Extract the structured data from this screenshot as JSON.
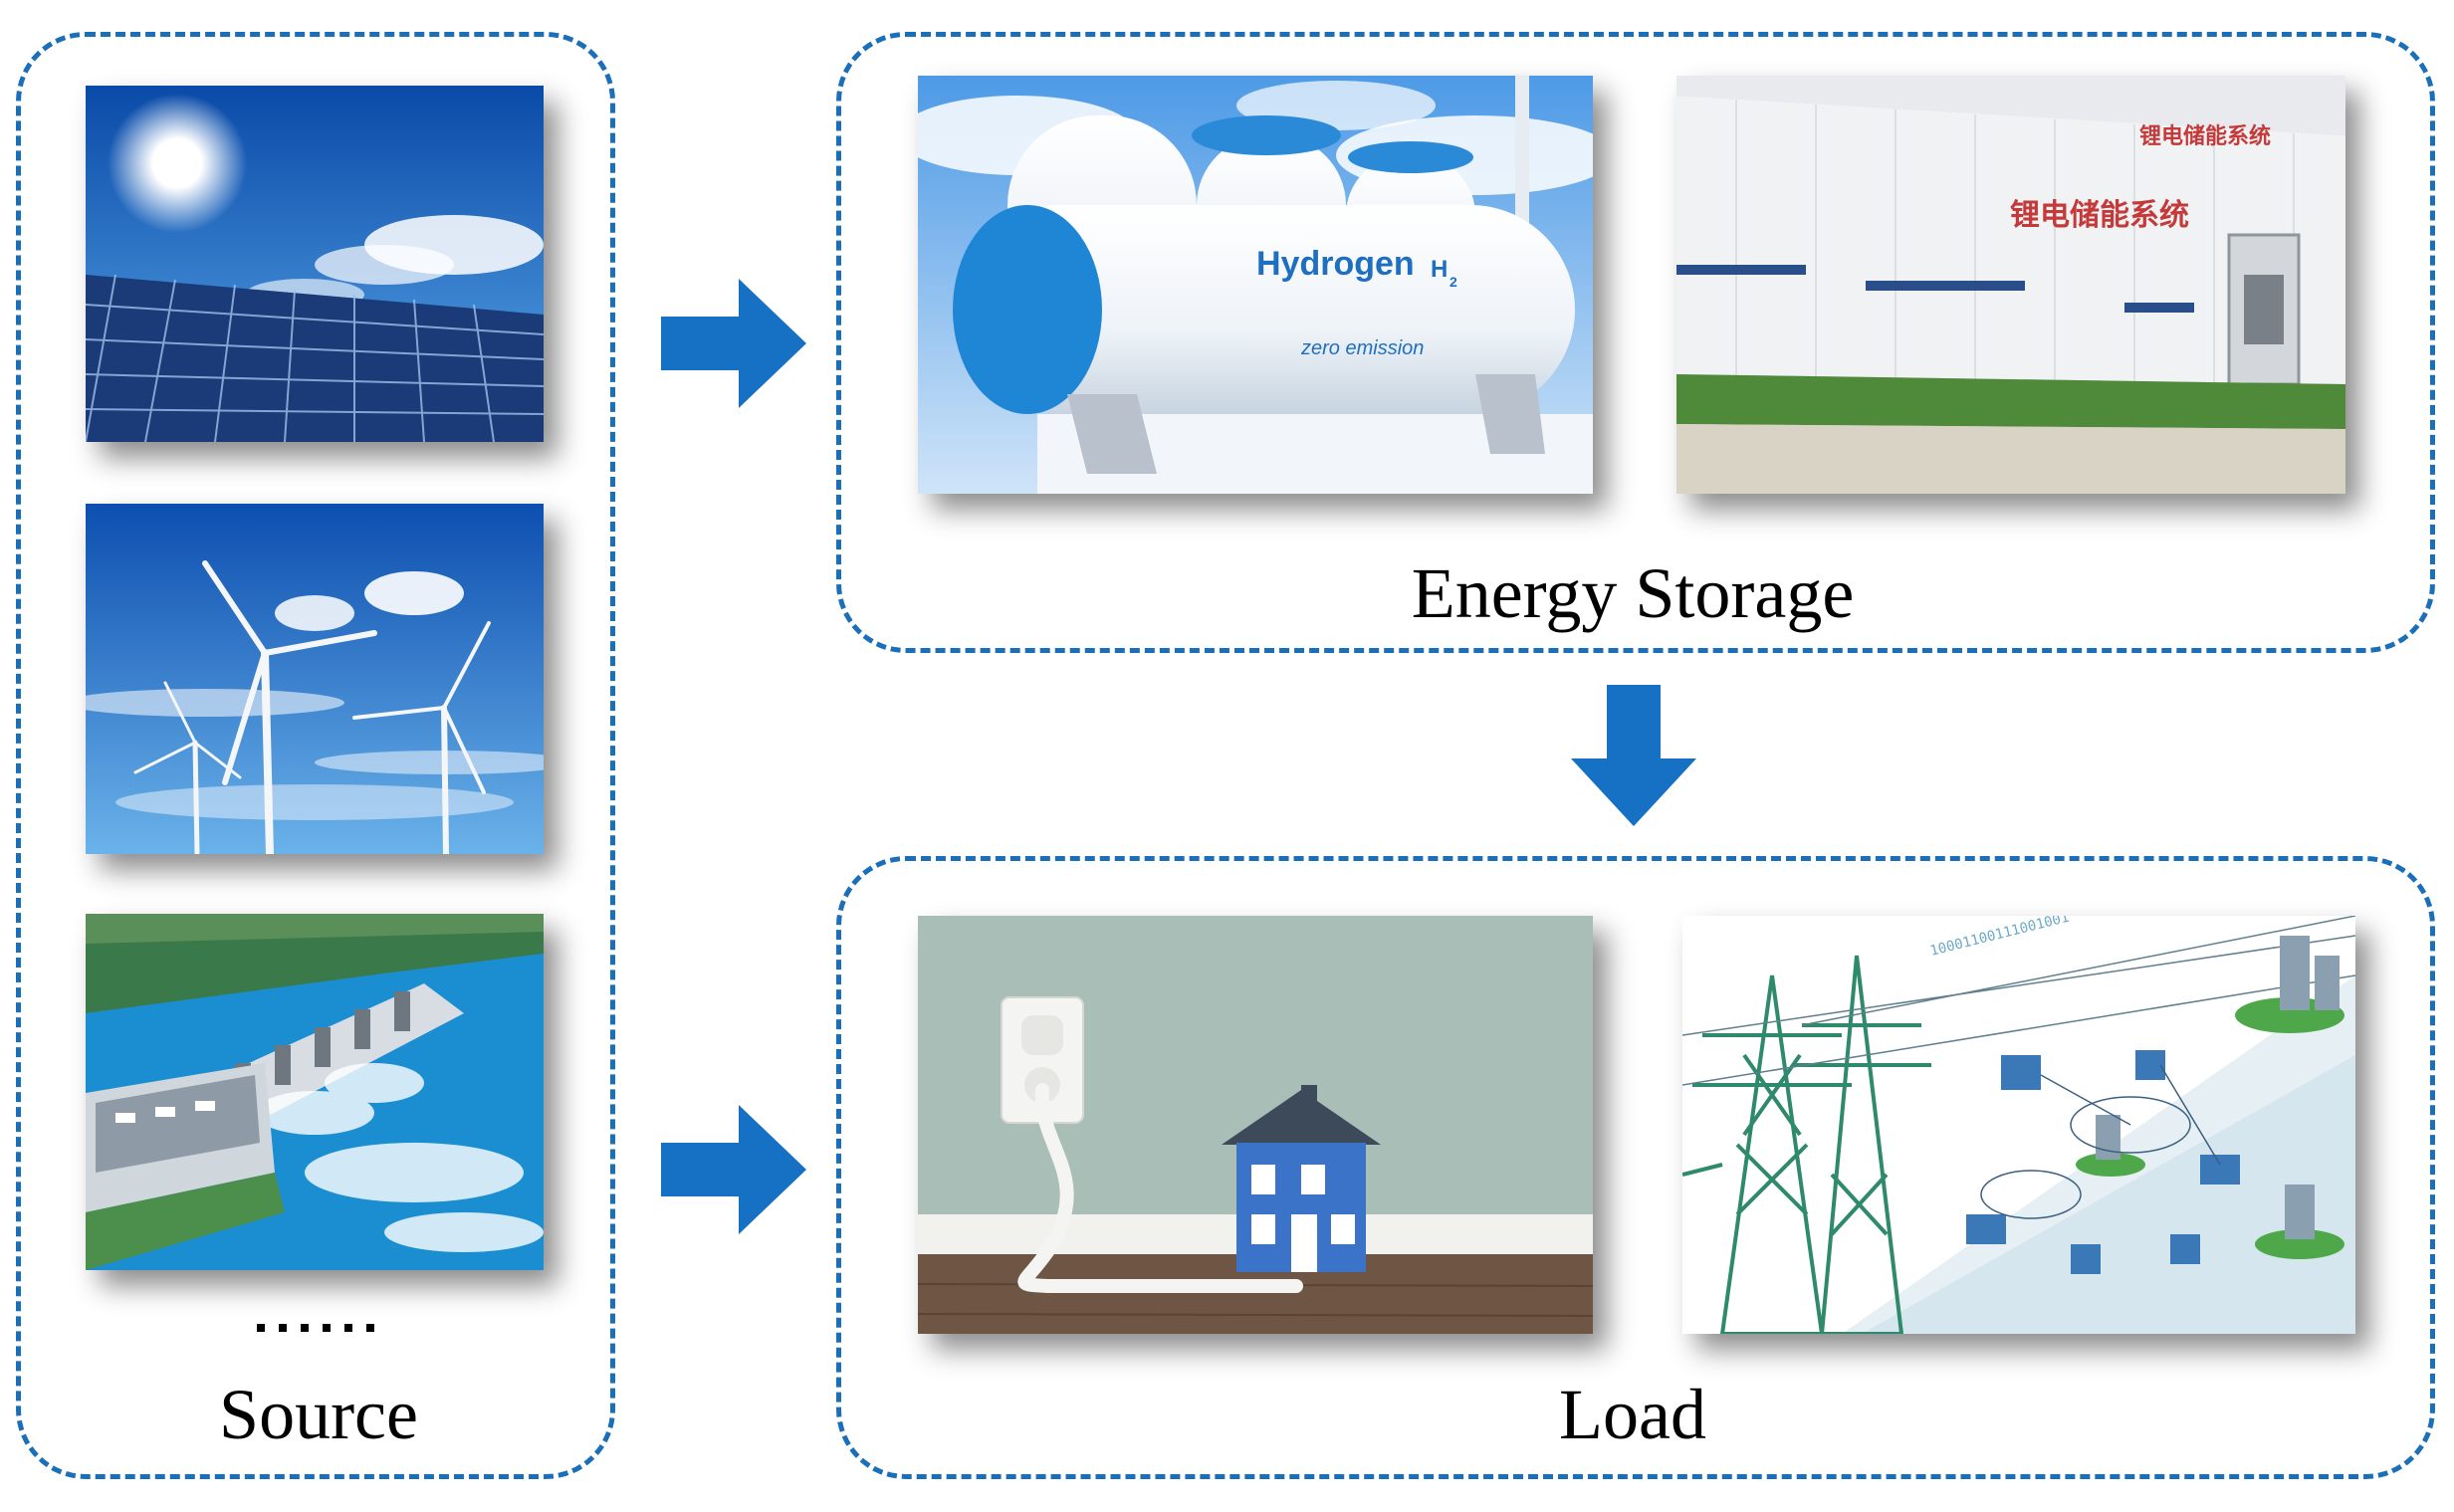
{
  "diagram": {
    "groups": {
      "source": {
        "label": "Source",
        "ellipsis": "......"
      },
      "energy_storage": {
        "label": "Energy Storage"
      },
      "load": {
        "label": "Load"
      }
    },
    "images": {
      "hydrogen_tank": {
        "tank_text": "Hydrogen",
        "tank_subscript": "H",
        "subscript_index": "2",
        "tank_caption": "zero emission"
      },
      "battery_container": {
        "sign_text": "锂电储能系统"
      },
      "power_grid": {
        "binary_text": "10001100111001001"
      }
    },
    "arrows": [
      {
        "from": "Source",
        "to": "Energy Storage"
      },
      {
        "from": "Source",
        "to": "Load"
      },
      {
        "from": "Energy Storage",
        "to": "Load"
      }
    ],
    "colors": {
      "border": "#1a6fb8",
      "arrow": "#1670c4"
    }
  }
}
